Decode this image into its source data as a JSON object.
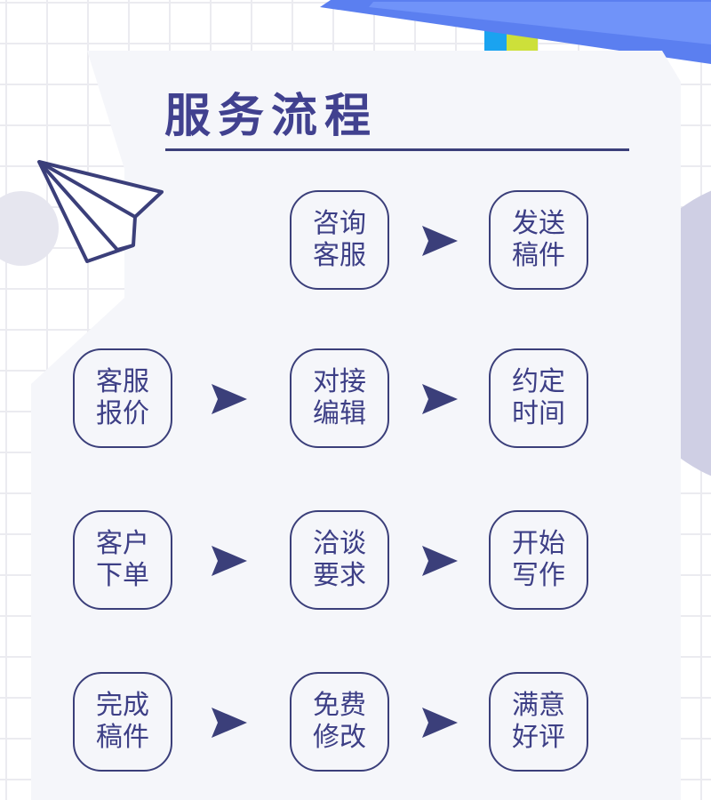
{
  "title": "服务流程",
  "colors": {
    "accent": "#3b3f7a",
    "text": "#3d3f86",
    "panel": "#f5f6fa"
  },
  "steps": [
    {
      "line1": "咨询",
      "line2": "客服"
    },
    {
      "line1": "发送",
      "line2": "稿件"
    },
    {
      "line1": "客服",
      "line2": "报价"
    },
    {
      "line1": "对接",
      "line2": "编辑"
    },
    {
      "line1": "约定",
      "line2": "时间"
    },
    {
      "line1": "客户",
      "line2": "下单"
    },
    {
      "line1": "洽谈",
      "line2": "要求"
    },
    {
      "line1": "开始",
      "line2": "写作"
    },
    {
      "line1": "完成",
      "line2": "稿件"
    },
    {
      "line1": "免费",
      "line2": "修改"
    },
    {
      "line1": "满意",
      "line2": "好评"
    }
  ]
}
